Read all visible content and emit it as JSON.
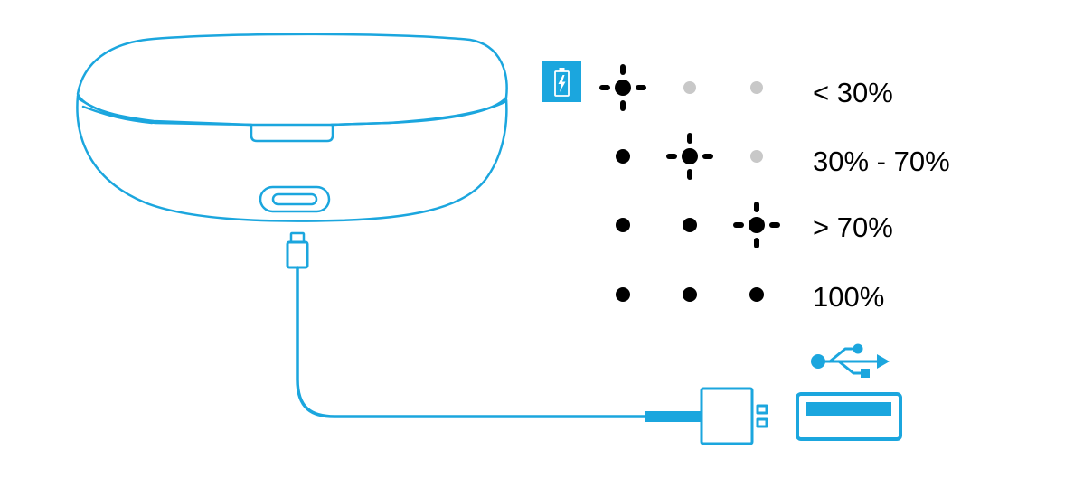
{
  "colors": {
    "accent": "#1ba6de",
    "led_on": "#000000",
    "led_off": "#c8c8c8",
    "background": "#ffffff"
  },
  "icons": {
    "battery_charging": "battery-charging-icon",
    "usb_symbol": "usb-icon",
    "led_blinking": "led-blinking-icon",
    "led_on": "led-on-dot",
    "led_off": "led-off-dot"
  },
  "levels": [
    {
      "label": "< 30%",
      "leds": [
        "blink",
        "off",
        "off"
      ]
    },
    {
      "label": "30% - 70%",
      "leds": [
        "on",
        "blink",
        "off"
      ]
    },
    {
      "label": "> 70%",
      "leds": [
        "on",
        "on",
        "blink"
      ]
    },
    {
      "label": "100%",
      "leds": [
        "on",
        "on",
        "on"
      ]
    }
  ]
}
